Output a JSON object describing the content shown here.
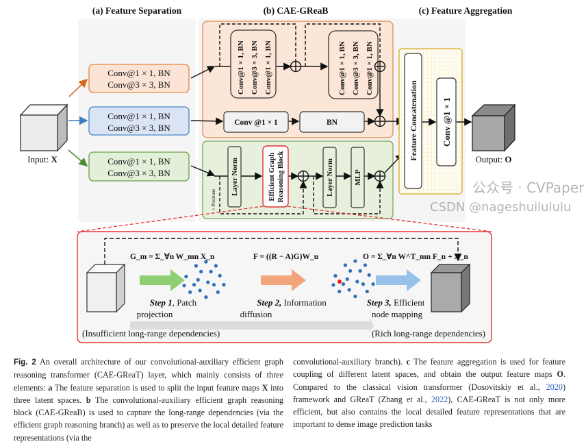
{
  "section_titles": {
    "a": "(a) Feature Separation",
    "b": "(b) CAE-GReaB",
    "c": "(c) Feature Aggregation"
  },
  "input_label": {
    "prefix": "Input: ",
    "symbol": "X"
  },
  "output_label": {
    "prefix": "Output: ",
    "symbol": "O"
  },
  "separation_boxes": [
    {
      "line1": "Conv@1 × 1, BN",
      "line2": "Conv@3 × 3, BN",
      "color": "#e9823a"
    },
    {
      "line1": "Conv@1 × 1, BN",
      "line2": "Conv@3 × 3, BN",
      "color": "#4a86c8"
    },
    {
      "line1": "Conv@1 × 1, BN",
      "line2": "Conv@3 × 3, BN",
      "color": "#6c9e4a"
    }
  ],
  "conv_branch": {
    "block_lines": [
      "Conv@1 × 1, BN",
      "Conv@3 × 3, BN",
      "Conv@1 × 1, BN"
    ],
    "conv_label": "Conv @1 × 1",
    "bn_label": "BN"
  },
  "graph_branch": {
    "positions_label": "+ Positions",
    "layer_norm": "Layer Norm",
    "egrb_line1": "Efficient Graph",
    "egrb_line2": "Reasoning Block",
    "layer_norm_2": "Layer Norm",
    "mlp": "MLP"
  },
  "aggregation": {
    "concat_label": "Feature Concatenation",
    "conv_label": "Conv @1 × 1"
  },
  "detail": {
    "eq1": "G_m = Σ_∀n W_mn X_n",
    "eq2": "F = ((R − A)G)W_u",
    "eq3": "O = Σ_∀n W^T_mn F_n + X_n",
    "step1_bold": "Step 1",
    "step1_rest": ", Patch",
    "step1_line2": "projection",
    "step2_bold": "Step 2,",
    "step2_rest": " Information",
    "step2_line2": "diffusion",
    "step3_bold": "Step 3,",
    "step3_rest": " Efficient",
    "step3_line2": "node mapping",
    "left_note": "(Insufficient long-range dependencies)",
    "right_note": "(Rich long-range dependencies)",
    "arrow_colors": [
      "#8fcf74",
      "#f2a57a",
      "#98c1ea"
    ],
    "node_color": "#2f6fb5",
    "highlight_node_color": "#e81c1c"
  },
  "caption": {
    "left": [
      {
        "text": "Fig. 2",
        "style": "figlabel"
      },
      {
        "text": "  An overall architecture of our convolutional-auxiliary efficient graph reasoning transformer (CAE-GReaT) layer, which mainly consists of three elements: ",
        "style": ""
      },
      {
        "text": "a",
        "style": "bold"
      },
      {
        "text": " The feature separation is used to split the input feature maps ",
        "style": ""
      },
      {
        "text": "X",
        "style": "bold"
      },
      {
        "text": " into three latent spaces. ",
        "style": ""
      },
      {
        "text": "b",
        "style": "bold"
      },
      {
        "text": " The convolutional-auxiliary efficient graph reasoning block (CAE-GReaB) is used to capture the long-range dependencies (via the efficient graph reasoning branch) as well as to preserve the local detailed feature representations (via the",
        "style": ""
      }
    ],
    "right": [
      {
        "text": "convolutional-auxiliary branch). ",
        "style": ""
      },
      {
        "text": "c",
        "style": "bold"
      },
      {
        "text": " The feature aggregation is used for feature coupling of different latent spaces, and obtain the output feature maps ",
        "style": ""
      },
      {
        "text": "O",
        "style": "bold"
      },
      {
        "text": ". Compared to the classical vision transformer (Dosovitskiy et al., ",
        "style": ""
      },
      {
        "text": "2020",
        "style": "link"
      },
      {
        "text": ") framework and GReaT (Zhang et al., ",
        "style": ""
      },
      {
        "text": "2022",
        "style": "link"
      },
      {
        "text": "), CAE-GReaT is not only more efficient, but also contains the local detailed feature representations that are important to dense image prediction tasks",
        "style": ""
      }
    ]
  },
  "watermark": {
    "line1": "公众号 · CVPaper",
    "line2": "CSDN @nageshuilululu"
  }
}
